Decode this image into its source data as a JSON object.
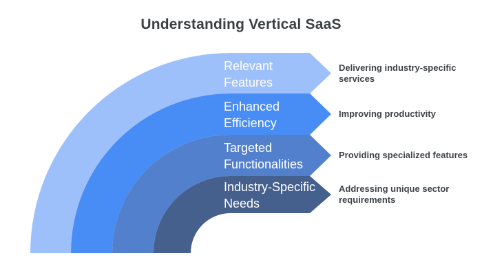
{
  "title": "Understanding Vertical SaaS",
  "bands": [
    {
      "label": "Relevant Features",
      "annotation": "Delivering industry-specific services",
      "color": "#9ec0fa"
    },
    {
      "label": "Enhanced Efficiency",
      "annotation": "Improving productivity",
      "color": "#488cf5"
    },
    {
      "label": "Targeted Functionalities",
      "annotation": "Providing specialized features",
      "color": "#5380cd"
    },
    {
      "label": "Industry-Specific Needs",
      "annotation": "Addressing unique sector requirements",
      "color": "#45608d"
    }
  ],
  "colors": {
    "background": "#ffffff",
    "title_text": "#3c4043",
    "band_label_text": "#ffffff",
    "annotation_text": "#3f4349"
  }
}
